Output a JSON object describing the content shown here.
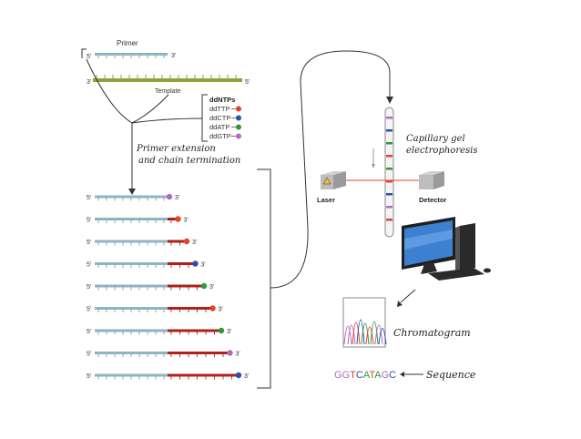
{
  "labels": {
    "primer": "Primer",
    "template": "Template",
    "ddntps_title": "ddNTPs",
    "primer_extension_line1": "Primer extension",
    "primer_extension_line2": "and chain termination",
    "capillary_line1": "Capillary gel",
    "capillary_line2": "electrophoresis",
    "laser": "Laser",
    "detector": "Detector",
    "chromatogram": "Chromatogram",
    "sequence_label": "Sequence",
    "five_prime": "5'",
    "three_prime": "3'"
  },
  "ddntps": [
    {
      "name": "ddTTP",
      "color": "#e8402a"
    },
    {
      "name": "ddCTP",
      "color": "#2b4fb3"
    },
    {
      "name": "ddATP",
      "color": "#2e9a3a"
    },
    {
      "name": "ddGTP",
      "color": "#b06ac4"
    }
  ],
  "fragments": [
    {
      "added": 0,
      "terminator": "ddGTP"
    },
    {
      "added": 1,
      "terminator": "ddTTP"
    },
    {
      "added": 2,
      "terminator": "ddTTP"
    },
    {
      "added": 3,
      "terminator": "ddCTP"
    },
    {
      "added": 4,
      "terminator": "ddATP"
    },
    {
      "added": 5,
      "terminator": "ddTTP"
    },
    {
      "added": 6,
      "terminator": "ddATP"
    },
    {
      "added": 7,
      "terminator": "ddGTP"
    },
    {
      "added": 8,
      "terminator": "ddCTP"
    }
  ],
  "sequence": [
    {
      "base": "G",
      "color": "#b06ac4"
    },
    {
      "base": "G",
      "color": "#b06ac4"
    },
    {
      "base": "T",
      "color": "#e8402a"
    },
    {
      "base": "C",
      "color": "#2b4fb3"
    },
    {
      "base": "A",
      "color": "#2e9a3a"
    },
    {
      "base": "T",
      "color": "#e8402a"
    },
    {
      "base": "A",
      "color": "#2e9a3a"
    },
    {
      "base": "G",
      "color": "#b06ac4"
    },
    {
      "base": "C",
      "color": "#2b4fb3"
    }
  ],
  "colors": {
    "primer_strand": "#8fb3c2",
    "template_strand": "#8aa63a",
    "extension": "#b0201c",
    "laser_beam": "#e8402a"
  }
}
